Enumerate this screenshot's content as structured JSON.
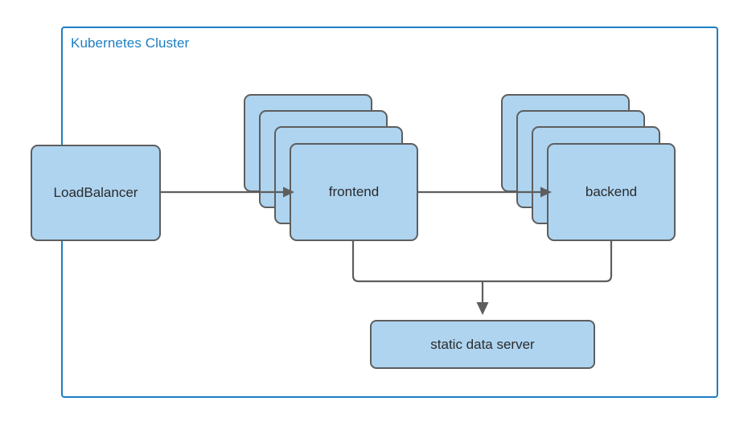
{
  "diagram": {
    "type": "architecture-diagram",
    "title": "Kubernetes Cluster",
    "background_color": "#ffffff",
    "cluster": {
      "label": "Kubernetes Cluster",
      "border_color": "#1b7ec4",
      "fill": "none"
    },
    "node_style": {
      "fill": "#aed4f0",
      "stroke": "#5e5e5e",
      "text_color": "#2b2b2b"
    },
    "nodes": [
      {
        "id": "loadbalancer",
        "label": "LoadBalancer",
        "kind": "service",
        "replicas": 1
      },
      {
        "id": "frontend",
        "label": "frontend",
        "kind": "deployment",
        "replicas": 4
      },
      {
        "id": "backend",
        "label": "backend",
        "kind": "deployment",
        "replicas": 4
      },
      {
        "id": "static-server",
        "label": "static data server",
        "kind": "service",
        "replicas": 1
      }
    ],
    "edges": [
      {
        "from": "loadbalancer",
        "to": "frontend",
        "arrow": true,
        "label": ""
      },
      {
        "from": "frontend",
        "to": "backend",
        "arrow": true,
        "label": ""
      },
      {
        "from": "frontend",
        "to": "static-server",
        "arrow": true,
        "label": ""
      },
      {
        "from": "backend",
        "to": "static-server",
        "arrow": true,
        "label": ""
      }
    ]
  }
}
